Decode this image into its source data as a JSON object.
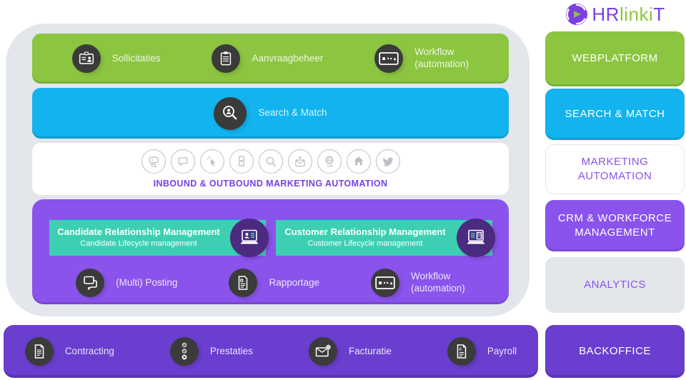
{
  "logo": {
    "hr": "HR",
    "link": "linki",
    "t": "T"
  },
  "colors": {
    "green": "#8CC540",
    "blue": "#12B3EE",
    "purple": "#8A53EC",
    "teal": "#3DCFB3",
    "dark_purple": "#6A3ECF",
    "container_gray": "#E3E6EB",
    "icon_circle_dark": "#3B3B3A",
    "laptop_circle_purple": "#4A2B80",
    "marketing_icon_gray": "#BCC0C7",
    "marketing_text_purple": "#7740E6"
  },
  "rows": {
    "webplatform": {
      "items": [
        {
          "icon": "id-badge-icon",
          "label": "Sollicitaties",
          "sublabel": ""
        },
        {
          "icon": "clipboard-icon",
          "label": "Aanvraagbeheer",
          "sublabel": ""
        },
        {
          "icon": "workflow-icon",
          "label": "Workflow",
          "sublabel": "(automation)"
        }
      ]
    },
    "search": {
      "label": "Search & Match",
      "icon": "search-person-icon"
    },
    "marketing": {
      "caption": "INBOUND & OUTBOUND MARKETING AUTOMATION",
      "icons": [
        "retargeting-icon",
        "chat-bubble-icon",
        "click-cursor-icon",
        "mobile-phone-icon",
        "magnifier-icon",
        "inbound-mail-icon",
        "global-share-icon",
        "home-icon",
        "twitter-bird-icon"
      ]
    },
    "crm": {
      "boxes": [
        {
          "title": "Candidate Relationship Management",
          "subtitle": "Candidate Lifecycle management",
          "icon": "laptop-candidate-icon"
        },
        {
          "title": "Customer Relationship Management",
          "subtitle": "Customer Lifecycle management",
          "icon": "laptop-company-icon"
        }
      ],
      "items": [
        {
          "icon": "multi-posting-icon",
          "label": "(Multi) Posting",
          "sublabel": ""
        },
        {
          "icon": "report-icon",
          "label": "Rapportage",
          "sublabel": ""
        },
        {
          "icon": "workflow-icon",
          "label": "Workflow",
          "sublabel": "(automation)"
        }
      ]
    },
    "backoffice": {
      "items": [
        {
          "icon": "contract-icon",
          "label": "Contracting"
        },
        {
          "icon": "checklist-icon",
          "label": "Prestaties"
        },
        {
          "icon": "invoice-mail-icon",
          "label": "Facturatie"
        },
        {
          "icon": "payroll-icon",
          "label": "Payroll"
        }
      ]
    }
  },
  "sidebar": {
    "items": [
      {
        "label": "WEBPLATFORM"
      },
      {
        "label": "SEARCH & MATCH"
      },
      {
        "label": "MARKETING AUTOMATION"
      },
      {
        "label": "CRM & WORKFORCE MANAGEMENT"
      },
      {
        "label": "ANALYTICS"
      },
      {
        "label": "BACKOFFICE"
      }
    ]
  }
}
